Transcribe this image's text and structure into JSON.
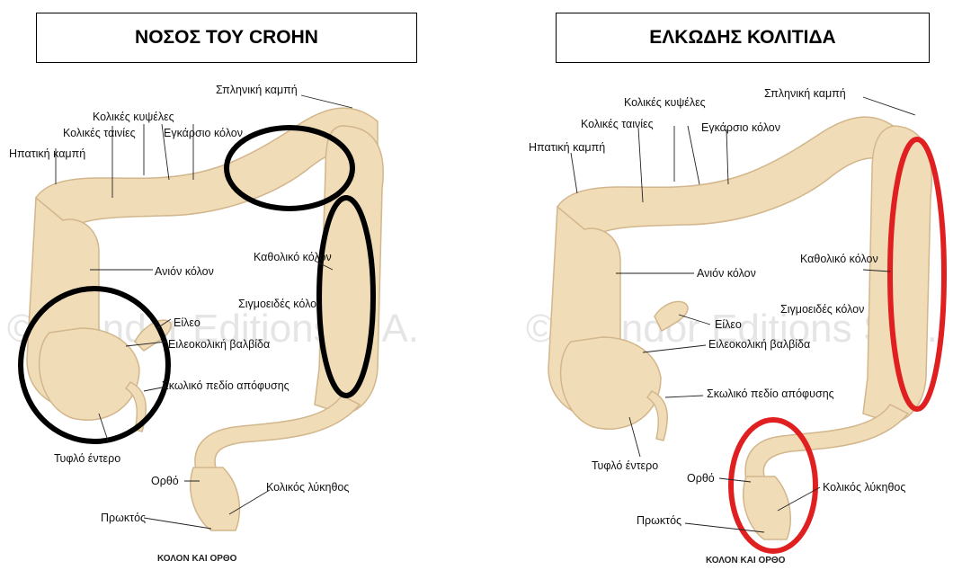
{
  "panels": [
    {
      "title": "ΝΟΣΟΣ ΤΟΥ CROHN",
      "ring_color": "#000000",
      "labels": {
        "splenic_flexure": "Σπληνική καμπή",
        "haustra": "Κολικές κυψέλες",
        "taeniae": "Κολικές ταινίες",
        "transverse": "Εγκάρσιο κόλον",
        "hepatic_flexure": "Ηπατική καμπή",
        "descending": "Καθολικό κόλον",
        "ascending": "Ανιόν κόλον",
        "sigmoid": "Σιγμοειδές κόλον",
        "ileum": "Είλεο",
        "ileocecal_valve": "Ειλεοκολική βαλβίδα",
        "appendix": "Σκωλικό πεδίο απόφυσης",
        "cecum": "Τυφλό έντερο",
        "rectum": "Ορθό",
        "anal_canal": "Κολικός λύκηθος",
        "anus": "Πρωκτός"
      },
      "caption": "ΚΟΛΟΝ ΚΑΙ ΟΡΘΟ",
      "watermark": "© Mendor Editions S.A."
    },
    {
      "title": "ΕΛΚΩΔΗΣ ΚΟΛΙΤΙΔΑ",
      "ring_color": "#e02020",
      "labels": {
        "splenic_flexure": "Σπληνική καμπή",
        "haustra": "Κολικές κυψέλες",
        "taeniae": "Κολικές ταινίες",
        "transverse": "Εγκάρσιο κόλον",
        "hepatic_flexure": "Ηπατική καμπή",
        "descending": "Καθολικό κόλον",
        "ascending": "Ανιόν κόλον",
        "sigmoid": "Σιγμοειδές κόλον",
        "ileum": "Είλεο",
        "ileocecal_valve": "Ειλεοκολική βαλβίδα",
        "appendix": "Σκωλικό πεδίο απόφυσης",
        "cecum": "Τυφλό έντερο",
        "rectum": "Ορθό",
        "anal_canal": "Κολικός λύκηθος",
        "anus": "Πρωκτός"
      },
      "caption": "ΚΟΛΟΝ ΚΑΙ ΟΡΘΟ",
      "watermark": "© Mendor Editions S.A."
    }
  ]
}
